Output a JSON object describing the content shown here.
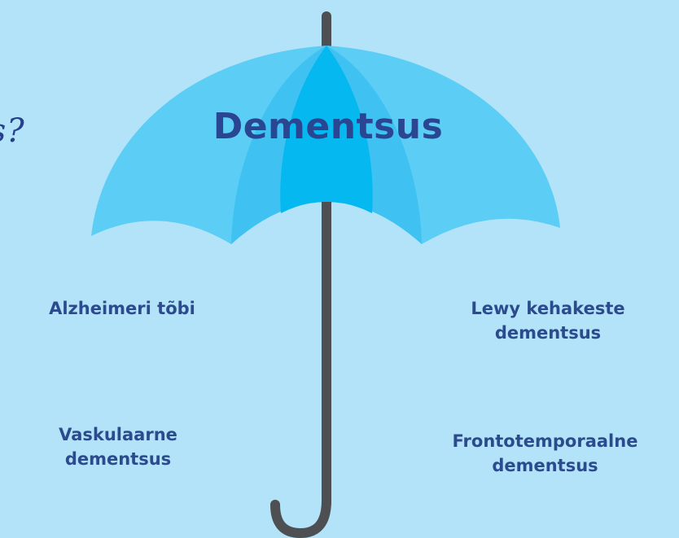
{
  "title_partial": "us?",
  "umbrella": {
    "label": "Dementsus",
    "colors": {
      "background": "#b3e3f8",
      "canopy_outer": "#5ccdf5",
      "canopy_mid": "#3fc2f2",
      "canopy_center": "#05b8ef",
      "handle": "#4e4f53",
      "text": "#2a4592"
    }
  },
  "types": [
    {
      "lines": [
        "Alzheimeri tõbi"
      ]
    },
    {
      "lines": [
        "Lewy kehakeste",
        "dementsus"
      ]
    },
    {
      "lines": [
        "Vaskulaarne",
        "dementsus"
      ]
    },
    {
      "lines": [
        "Frontotemporaalne",
        "dementsus"
      ]
    }
  ]
}
